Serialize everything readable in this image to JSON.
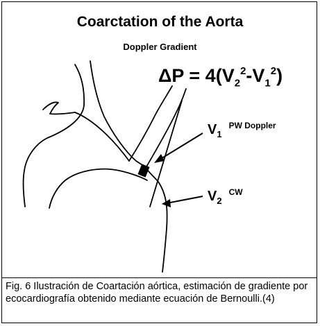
{
  "figure": {
    "title": "Coarctation of the Aorta",
    "subtitle": "Doppler Gradient",
    "equation": {
      "lhs": "ΔP = 4(V",
      "v2_sub": "2",
      "v2_sup": "2",
      "mid": "-V",
      "v1_sub": "1",
      "v1_sup": "2",
      "rhs": ")"
    },
    "v1": {
      "letter": "V",
      "sub": "1",
      "method": "PW Doppler"
    },
    "v2": {
      "letter": "V",
      "sub": "2",
      "method": "CW"
    }
  },
  "caption": "Fig. 6 Ilustración de Coartación aórtica, estimación de gradiente por ecocardiografía obtenido mediante ecuación de Bernoulli.(4)",
  "colors": {
    "line": "#000000",
    "background": "#ffffff"
  },
  "icons": [
    "arrow-v1-icon",
    "arrow-v2-icon",
    "pw-sample-volume-icon"
  ]
}
